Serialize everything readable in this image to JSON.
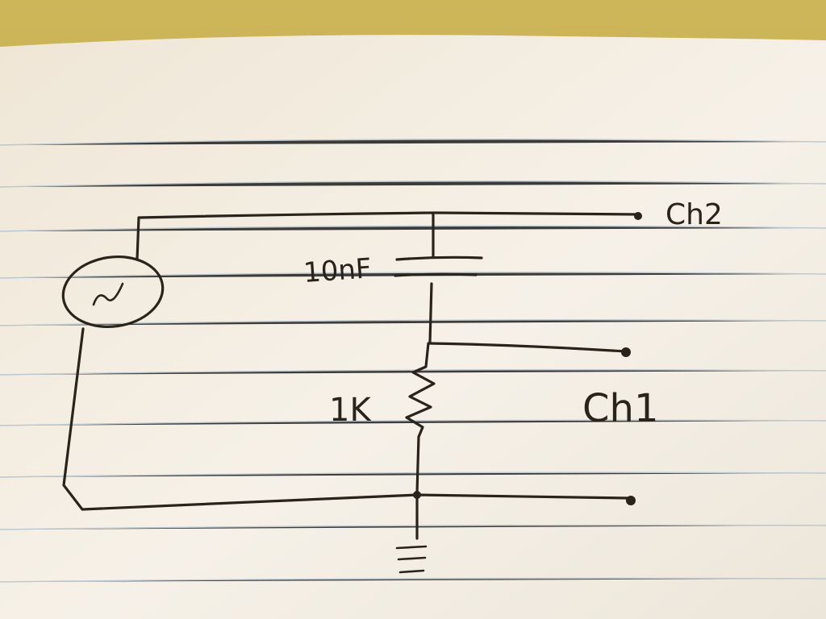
{
  "labels": {
    "ch2": "Ch2",
    "ch1": "Ch1",
    "capacitor": "10nF",
    "resistor": "1K"
  },
  "symbols": {
    "source": "ac-source-icon",
    "ground": "ground-icon"
  },
  "colors": {
    "desk": "#c9b35a",
    "paper": "#f4efe6",
    "ink": "#2a231b",
    "rule_lines": "#a7bccb"
  }
}
